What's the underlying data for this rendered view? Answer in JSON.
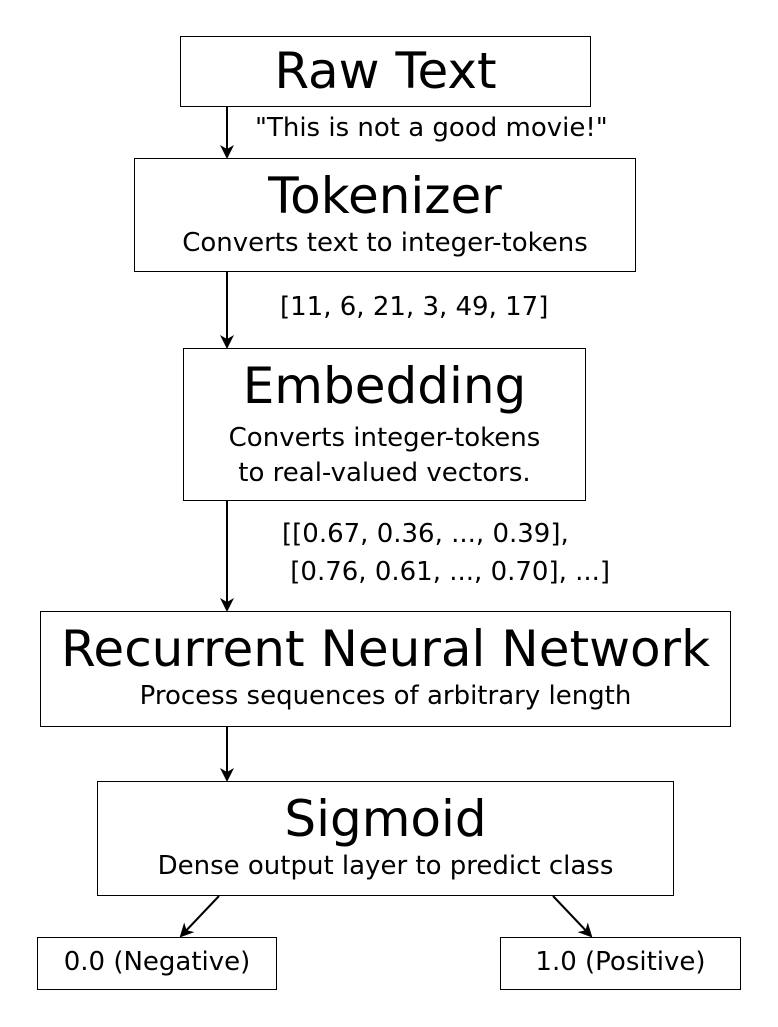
{
  "nodes": {
    "raw_text": {
      "title": "Raw Text"
    },
    "tokenizer": {
      "title": "Tokenizer",
      "subtitle": "Converts text to integer-tokens"
    },
    "embedding": {
      "title": "Embedding",
      "subtitle_line1": "Converts integer-tokens",
      "subtitle_line2": "to real-valued vectors."
    },
    "rnn": {
      "title": "Recurrent Neural Network",
      "subtitle": "Process sequences of arbitrary length"
    },
    "sigmoid": {
      "title": "Sigmoid",
      "subtitle": "Dense output layer to predict class"
    },
    "negative": {
      "title": "0.0 (Negative)"
    },
    "positive": {
      "title": "1.0 (Positive)"
    }
  },
  "edges": {
    "raw_to_tokenizer": "\"This is not a good movie!\"",
    "tokenizer_to_embedding": "[11, 6, 21, 3, 49, 17]",
    "embedding_to_rnn_line1": "[[0.67, 0.36, ..., 0.39],",
    "embedding_to_rnn_line2": " [0.76, 0.61, ..., 0.70], ...]"
  }
}
